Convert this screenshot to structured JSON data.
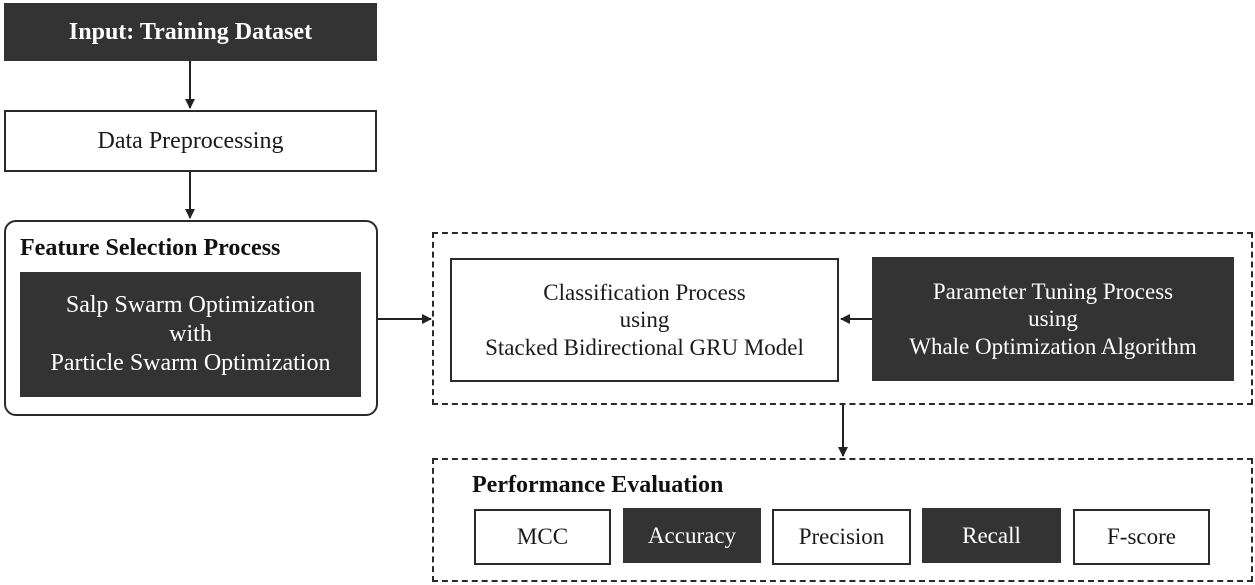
{
  "input_box": {
    "label": "Input: Training Dataset"
  },
  "preprocessing_box": {
    "label": "Data Preprocessing"
  },
  "feature_selection": {
    "title": "Feature Selection Process",
    "method_lines": [
      "Salp Swarm Optimization",
      "with",
      "Particle Swarm Optimization"
    ]
  },
  "classification_box": {
    "lines": [
      "Classification Process",
      "using",
      "Stacked Bidirectional GRU Model"
    ]
  },
  "tuning_box": {
    "lines": [
      "Parameter Tuning Process",
      "using",
      "Whale Optimization Algorithm"
    ]
  },
  "performance": {
    "title": "Performance Evaluation",
    "metrics": [
      {
        "label": "MCC",
        "style": "light"
      },
      {
        "label": "Accuracy",
        "style": "dark"
      },
      {
        "label": "Precision",
        "style": "light"
      },
      {
        "label": "Recall",
        "style": "dark"
      },
      {
        "label": "F-score",
        "style": "light"
      }
    ]
  }
}
